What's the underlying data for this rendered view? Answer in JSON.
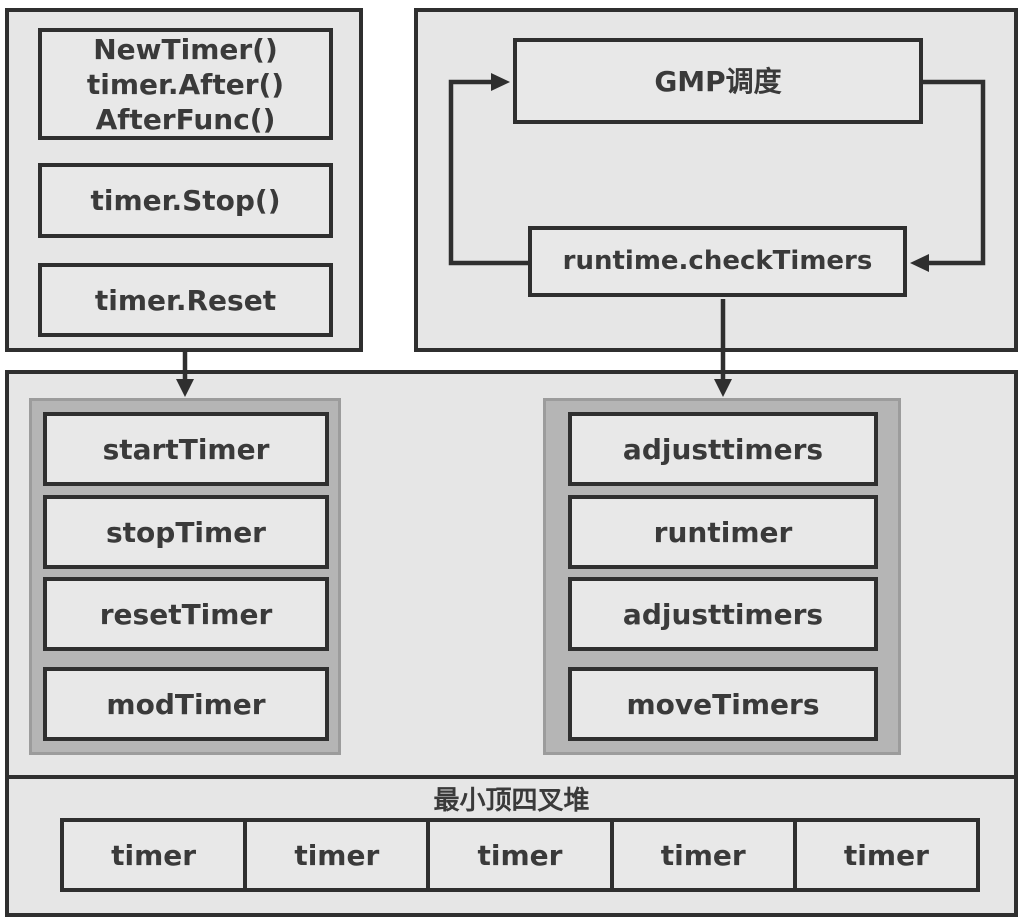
{
  "diagram": {
    "api_layer": {
      "create_box": {
        "lines": [
          "NewTimer()",
          "timer.After()",
          "AfterFunc()"
        ]
      },
      "stop_box_label": "timer.Stop()",
      "reset_box_label": "timer.Reset"
    },
    "scheduler_layer": {
      "gmp_box_label": "GMP调度",
      "check_timers_box_label": "runtime.checkTimers"
    },
    "runtime_layer": {
      "left_functions": [
        "startTimer",
        "stopTimer",
        "resetTimer",
        "modTimer"
      ],
      "right_functions": [
        "adjusttimers",
        "runtimer",
        "adjusttimers",
        "moveTimers"
      ]
    },
    "heap": {
      "title": "最小顶四叉堆",
      "cells": [
        "timer",
        "timer",
        "timer",
        "timer",
        "timer"
      ]
    },
    "colors": {
      "page_background": "#ffffff",
      "container_fill": "#e6e6e6",
      "node_fill": "#e8e8e8",
      "border": "#2f2f2f",
      "tray_fill": "#b5b5b5",
      "tray_border": "#9c9c9c",
      "text": "#3a3a3a"
    }
  }
}
